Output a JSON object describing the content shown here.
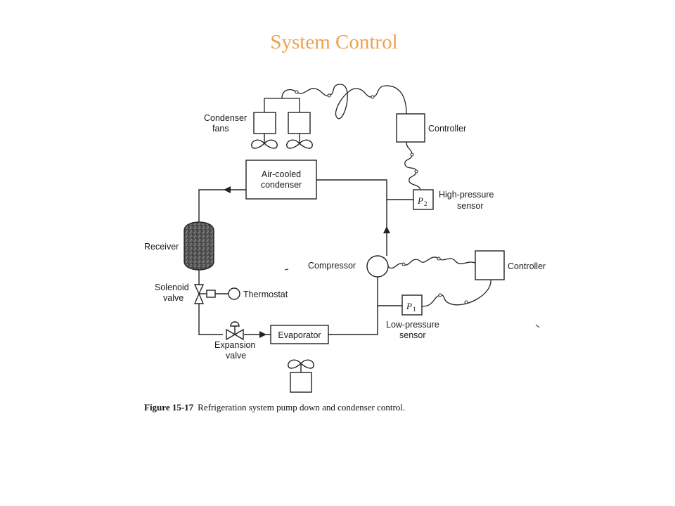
{
  "slide": {
    "title": "System Control"
  },
  "diagram": {
    "condenser_fans": {
      "line1": "Condenser",
      "line2": "fans"
    },
    "controller_top": "Controller",
    "air_cooled_condenser": {
      "line1": "Air-cooled",
      "line2": "condenser"
    },
    "high_pressure_sensor": {
      "symbol": "P",
      "subscript": "2",
      "line1": "High-pressure",
      "line2": "sensor"
    },
    "receiver": "Receiver",
    "compressor": "Compressor",
    "controller_bottom": "Controller",
    "solenoid_valve": {
      "line1": "Solenoid",
      "line2": "valve"
    },
    "thermostat": "Thermostat",
    "low_pressure_sensor": {
      "symbol": "P",
      "subscript": "1",
      "line1": "Low-pressure",
      "line2": "sensor"
    },
    "expansion_valve": {
      "line1": "Expansion",
      "line2": "valve"
    },
    "evaporator": "Evaporator"
  },
  "caption": {
    "label": "Figure 15-17",
    "text": "Refrigeration system pump down and condenser control."
  }
}
